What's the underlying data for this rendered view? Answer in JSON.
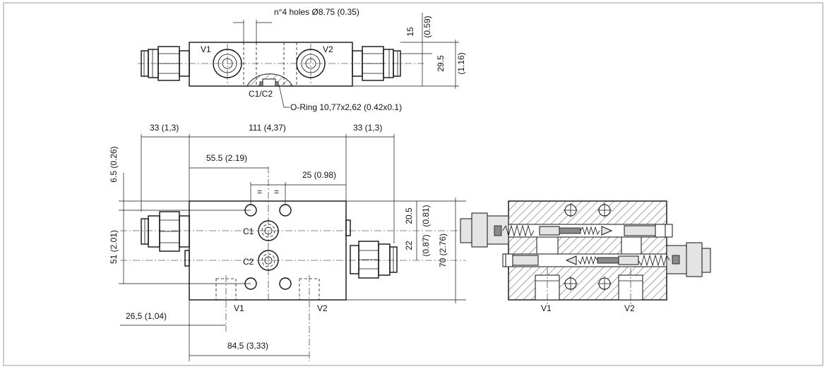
{
  "top_view": {
    "holes_note": "n°4 holes Ø8.75 (0.35)",
    "port_left": "V1",
    "port_right": "V2",
    "port_bottom": "C1/C2",
    "oring_note": "O-Ring 10,77x2,62 (0.42x0.1)",
    "dim_offset": "15",
    "dim_offset_in": "(0.59)",
    "dim_height": "29.5",
    "dim_height_in": "(1.16)"
  },
  "front_view": {
    "dim_left_overhang": "33 (1,3)",
    "dim_body_width": "111 (4,37)",
    "dim_right_overhang": "33 (1,3)",
    "dim_center": "55.5 (2.19)",
    "dim_hole_spacing": "25 (0.98)",
    "equal_mark_1": "=",
    "equal_mark_2": "=",
    "dim_top_offset": "6.5 (0.26)",
    "dim_height": "51 (2.01)",
    "dim_c1": "20.5",
    "dim_c1_in": "(0.81)",
    "dim_c2": "22",
    "dim_c2_in": "(0.87)",
    "dim_total_height": "70 (2.76)",
    "port_c1": "C1",
    "port_c2": "C2",
    "port_v1": "V1",
    "port_v2": "V2",
    "dim_v1_pos": "26,5 (1,04)",
    "dim_v2_pos": "84,5 (3,33)"
  },
  "section_view": {
    "port_v1": "V1",
    "port_v2": "V2"
  }
}
